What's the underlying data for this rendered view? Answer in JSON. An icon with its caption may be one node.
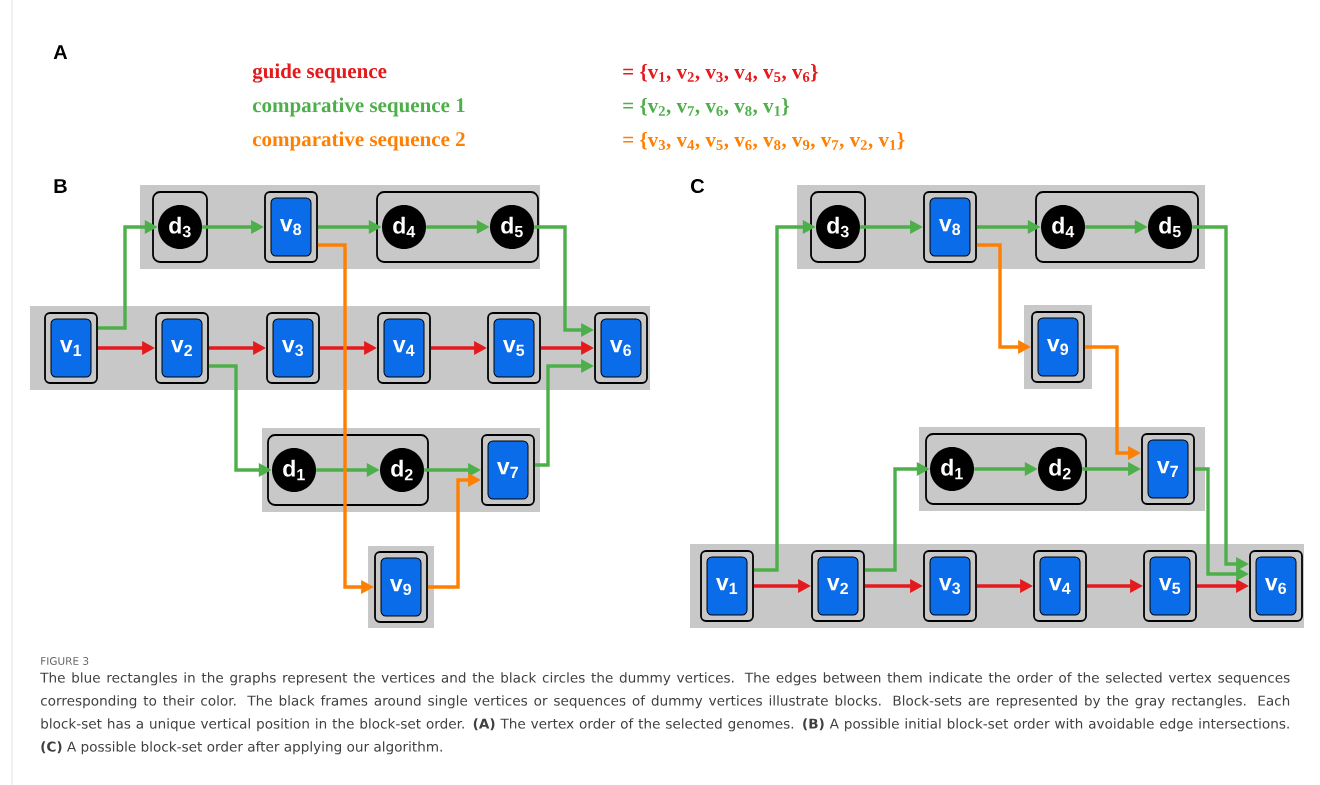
{
  "diagram": {
    "caption": "The blue rectangles in the graphs represent the vertices and the black circles the dummy vertices. The edges between them indicate the order of the selected vertex sequences corresponding to their color. The black frames around single vertices or sequences of dummy vertices illustrate blocks. Block-sets are represented by the gray rectangles. Each block-set has a unique vertical position in the block-set order. **(A)** The vertex order of the selected genomes. **(B)** A possible initial block-set order with avoidable edge intersections. **(C)** A possible block-set order after applying our algorithm.",
    "nodes": [
      {
        "text": [],
        "shape": "box"
      },
      {
        "text": [],
        "shape": "box",
        "in": 0
      },
      {
        "text": [
          "d$_{3}$"
        ],
        "in": 1
      },
      {
        "text": [
          "v$_{8}$"
        ],
        "in": 0
      },
      {
        "text": [],
        "shape": "box",
        "in": 0
      },
      {
        "text": [
          "d$_{4}$"
        ],
        "in": 4
      },
      {
        "text": [
          "d$_{5}$"
        ],
        "in": 4
      },
      {
        "text": [],
        "shape": "box"
      },
      {
        "text": [
          "v$_{1}$"
        ],
        "in": 7
      },
      {
        "text": [
          "v$_{2}$"
        ],
        "in": 7
      },
      {
        "text": [
          "v$_{3}$"
        ],
        "in": 7
      },
      {
        "text": [
          "v$_{4}$"
        ],
        "in": 7
      },
      {
        "text": [
          "v$_{5}$"
        ],
        "in": 7
      },
      {
        "text": [
          "v$_{6}$"
        ],
        "in": 7
      },
      {
        "text": [],
        "shape": "box"
      },
      {
        "text": [],
        "shape": "box",
        "in": 14
      },
      {
        "text": [
          "d$_{1}$"
        ],
        "in": 15
      },
      {
        "text": [
          "d$_{2}$"
        ],
        "in": 15
      },
      {
        "text": [
          "v$_{7}$"
        ],
        "in": 14
      },
      {
        "text": [],
        "shape": "box"
      },
      {
        "text": [
          "v$_{9}$"
        ],
        "in": 19
      },
      {
        "text": [],
        "shape": "box"
      },
      {
        "text": [],
        "shape": "box",
        "in": 21
      },
      {
        "text": [
          "d$_{3}$"
        ],
        "in": 22
      },
      {
        "text": [
          "v$_{8}$"
        ],
        "in": 21
      },
      {
        "text": [],
        "shape": "box",
        "in": 21
      },
      {
        "text": [
          "d$_{4}$"
        ],
        "in": 25
      },
      {
        "text": [
          "d$_{5}$"
        ],
        "in": 25
      },
      {
        "text": [],
        "shape": "box"
      },
      {
        "text": [
          "v$_{9}$"
        ],
        "in": 28
      },
      {
        "text": [],
        "shape": "box"
      },
      {
        "text": [],
        "shape": "box",
        "in": 30
      },
      {
        "text": [
          "d$_{1}$"
        ],
        "in": 31
      },
      {
        "text": [
          "d$_{2}$"
        ],
        "in": 31
      },
      {
        "text": [
          "v$_{7}$"
        ],
        "in": 30
      },
      {
        "text": [],
        "shape": "box"
      },
      {
        "text": [
          "v$_{1}$"
        ],
        "in": 35
      },
      {
        "text": [
          "v$_{2}$"
        ],
        "in": 35
      },
      {
        "text": [
          "v$_{3}$"
        ],
        "in": 35
      },
      {
        "text": [
          "v$_{4}$"
        ],
        "in": 35
      },
      {
        "text": [
          "v$_{5}$"
        ],
        "in": 35
      },
      {
        "text": [
          "v$_{6}$"
        ],
        "in": 35
      }
    ],
    "edges": [
      {
        "from": 8,
        "to": 9,
        "arrow": "to",
        "color": "#e41a1c"
      },
      {
        "from": 9,
        "to": 10,
        "arrow": "to",
        "color": "#e41a1c"
      },
      {
        "from": 10,
        "to": 11,
        "arrow": "to",
        "color": "#e41a1c"
      },
      {
        "from": 11,
        "to": 12,
        "arrow": "to",
        "color": "#e41a1c"
      },
      {
        "from": 12,
        "to": 13,
        "arrow": "to",
        "color": "#e41a1c"
      },
      {
        "from": 8,
        "to": 2,
        "arrow": "to"
      },
      {
        "from": 2,
        "to": 3,
        "arrow": "to"
      },
      {
        "from": 3,
        "to": 5,
        "arrow": "to"
      },
      {
        "from": 5,
        "to": 6,
        "arrow": "to"
      },
      {
        "from": 6,
        "to": 13,
        "arrow": "to"
      },
      {
        "from": 9,
        "to": 16,
        "arrow": "to"
      },
      {
        "from": 16,
        "to": 17,
        "arrow": "to"
      },
      {
        "from": 17,
        "to": 18,
        "arrow": "to"
      },
      {
        "from": 18,
        "to": 13,
        "arrow": "to"
      },
      {
        "from": 3,
        "to": 20,
        "arrow": "to",
        "color": "#ff7f00"
      },
      {
        "from": 20,
        "to": 18,
        "arrow": "to",
        "color": "#ff7f00"
      },
      {
        "from": 36,
        "to": 37,
        "arrow": "to",
        "color": "#e41a1c"
      },
      {
        "from": 37,
        "to": 38,
        "arrow": "to",
        "color": "#e41a1c"
      },
      {
        "from": 38,
        "to": 39,
        "arrow": "to",
        "color": "#e41a1c"
      },
      {
        "from": 39,
        "to": 40,
        "arrow": "to",
        "color": "#e41a1c"
      },
      {
        "from": 40,
        "to": 41,
        "arrow": "to",
        "color": "#e41a1c"
      },
      {
        "from": 36,
        "to": 23,
        "arrow": "to"
      },
      {
        "from": 23,
        "to": 24,
        "arrow": "to"
      },
      {
        "from": 24,
        "to": 26,
        "arrow": "to"
      },
      {
        "from": 26,
        "to": 27,
        "arrow": "to"
      },
      {
        "from": 27,
        "to": 41,
        "arrow": "to"
      },
      {
        "from": 37,
        "to": 32,
        "arrow": "to"
      },
      {
        "from": 32,
        "to": 33,
        "arrow": "to"
      },
      {
        "from": 33,
        "to": 34,
        "arrow": "to"
      },
      {
        "from": 34,
        "to": 41,
        "arrow": "to"
      },
      {
        "from": 24,
        "to": 29,
        "arrow": "to",
        "color": "#ff7f00"
      },
      {
        "from": 29,
        "to": 34,
        "arrow": "to",
        "color": "#ff7f00"
      }
    ],
    "labels": [
      "A",
      "guide sequence",
      "= {v$_{1}$, v$_{2}$, v$_{3}$, v$_{4}$, v$_{5}$, v$_{6}$}",
      "comparative sequence 1",
      "= {v$_{2}$, v$_{7}$, v$_{6}$, v$_{8}$, v$_{1}$}",
      "comparative sequence 2",
      "= {v$_{3}$, v$_{4}$, v$_{5}$, v$_{6}$, v$_{8}$, v$_{9}$, v$_{7}$, v$_{2}$, v$_{1}$}",
      "B",
      "C",
      "FIGURE 3"
    ]
  }
}
